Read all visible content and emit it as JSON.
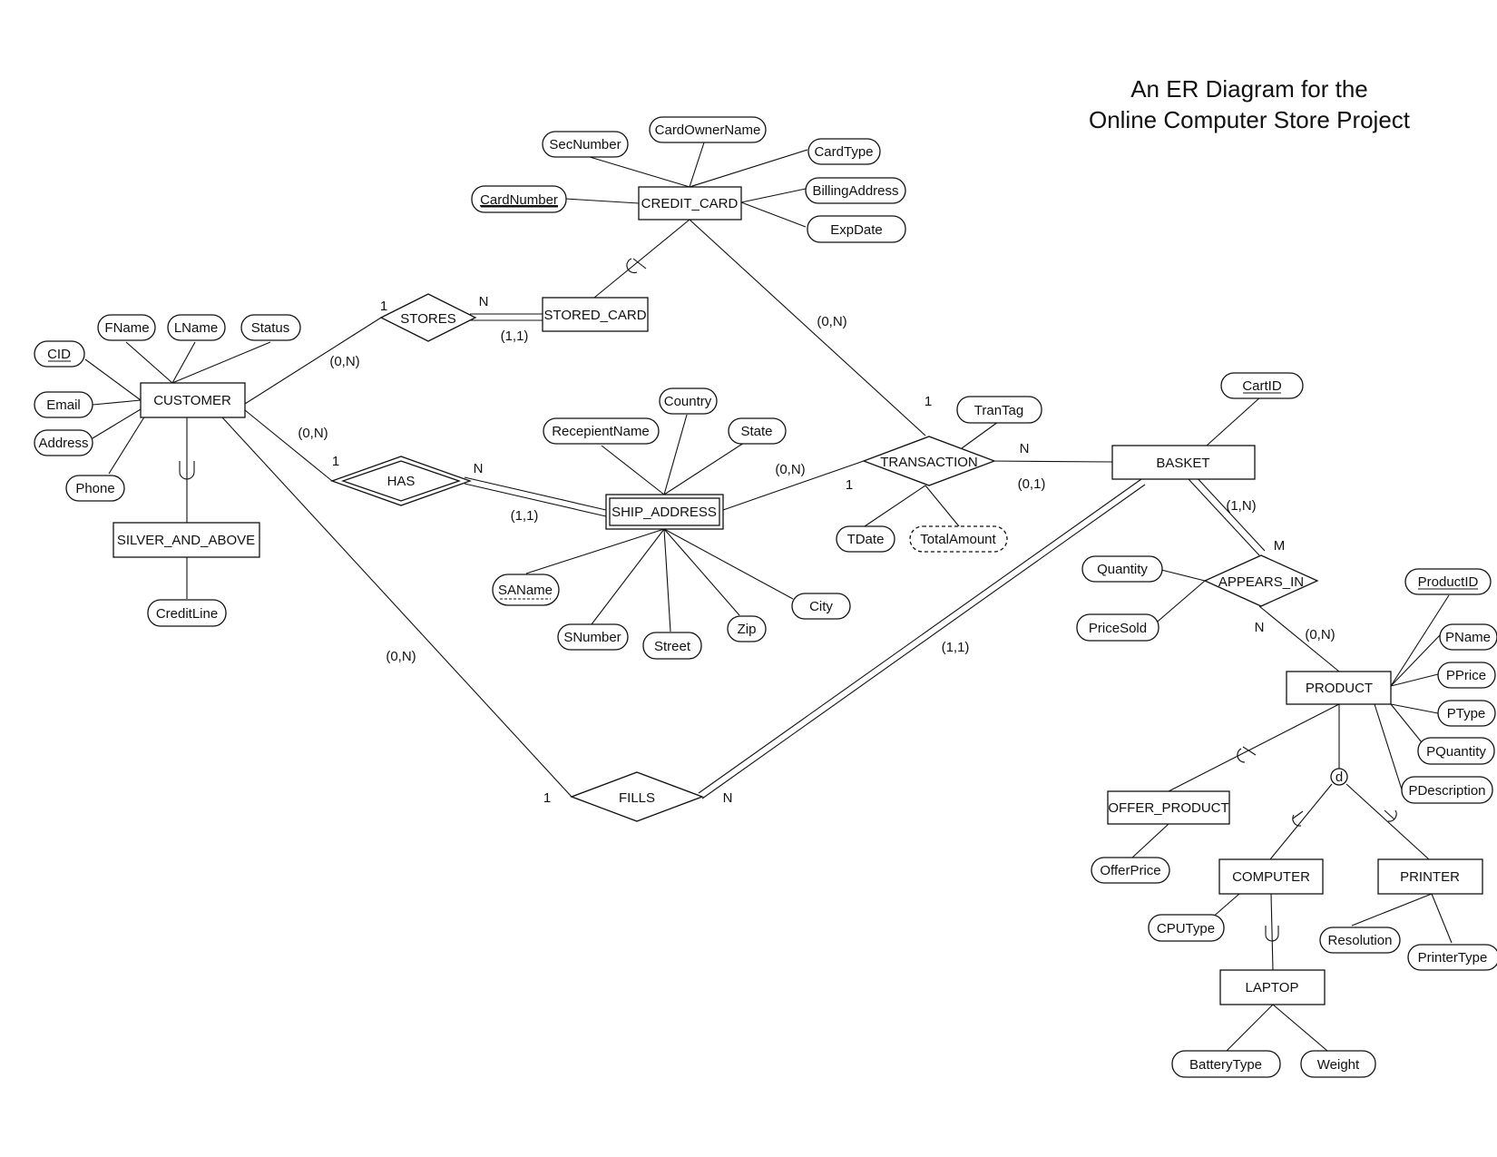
{
  "title": {
    "line1": "An ER Diagram for the",
    "line2": "Online Computer Store Project"
  },
  "entities": [
    {
      "id": "customer",
      "label": "CUSTOMER"
    },
    {
      "id": "credit_card",
      "label": "CREDIT_CARD"
    },
    {
      "id": "stored_card",
      "label": "STORED_CARD"
    },
    {
      "id": "silver",
      "label": "SILVER_AND_ABOVE"
    },
    {
      "id": "ship_address",
      "label": "SHIP_ADDRESS",
      "weak": true
    },
    {
      "id": "basket",
      "label": "BASKET"
    },
    {
      "id": "product",
      "label": "PRODUCT"
    },
    {
      "id": "offer_product",
      "label": "OFFER_PRODUCT"
    },
    {
      "id": "computer",
      "label": "COMPUTER"
    },
    {
      "id": "printer",
      "label": "PRINTER"
    },
    {
      "id": "laptop",
      "label": "LAPTOP"
    }
  ],
  "relationships": [
    {
      "id": "stores",
      "label": "STORES"
    },
    {
      "id": "has",
      "label": "HAS",
      "identifying": true
    },
    {
      "id": "transaction",
      "label": "TRANSACTION"
    },
    {
      "id": "appears_in",
      "label": "APPEARS_IN"
    },
    {
      "id": "fills",
      "label": "FILLS"
    }
  ],
  "attributes": [
    {
      "id": "secnumber",
      "label": "SecNumber"
    },
    {
      "id": "cardownername",
      "label": "CardOwnerName"
    },
    {
      "id": "cardtype",
      "label": "CardType"
    },
    {
      "id": "billingaddress",
      "label": "BillingAddress"
    },
    {
      "id": "expdate",
      "label": "ExpDate"
    },
    {
      "id": "cardnumber",
      "label": "CardNumber",
      "key": true
    },
    {
      "id": "fname",
      "label": "FName"
    },
    {
      "id": "lname",
      "label": "LName"
    },
    {
      "id": "status",
      "label": "Status"
    },
    {
      "id": "cid",
      "label": "CID",
      "key": true
    },
    {
      "id": "email",
      "label": "Email"
    },
    {
      "id": "address",
      "label": "Address"
    },
    {
      "id": "phone",
      "label": "Phone"
    },
    {
      "id": "creditline",
      "label": "CreditLine"
    },
    {
      "id": "country",
      "label": "Country"
    },
    {
      "id": "recepientname",
      "label": "RecepientName"
    },
    {
      "id": "state",
      "label": "State"
    },
    {
      "id": "saname",
      "label": "SAName",
      "partial_key": true
    },
    {
      "id": "snumber",
      "label": "SNumber"
    },
    {
      "id": "street",
      "label": "Street"
    },
    {
      "id": "zip",
      "label": "Zip"
    },
    {
      "id": "city",
      "label": "City"
    },
    {
      "id": "trantag",
      "label": "TranTag"
    },
    {
      "id": "tdate",
      "label": "TDate"
    },
    {
      "id": "totalamount",
      "label": "TotalAmount",
      "derived": true
    },
    {
      "id": "cartid",
      "label": "CartID",
      "key": true
    },
    {
      "id": "quantity",
      "label": "Quantity"
    },
    {
      "id": "pricesold",
      "label": "PriceSold"
    },
    {
      "id": "productid",
      "label": "ProductID",
      "key": true
    },
    {
      "id": "pname",
      "label": "PName"
    },
    {
      "id": "pprice",
      "label": "PPrice"
    },
    {
      "id": "ptype",
      "label": "PType"
    },
    {
      "id": "pquantity",
      "label": "PQuantity"
    },
    {
      "id": "pdescription",
      "label": "PDescription"
    },
    {
      "id": "offerprice",
      "label": "OfferPrice"
    },
    {
      "id": "cputype",
      "label": "CPUType"
    },
    {
      "id": "resolution",
      "label": "Resolution"
    },
    {
      "id": "printertype",
      "label": "PrinterType"
    },
    {
      "id": "batterytype",
      "label": "BatteryType"
    },
    {
      "id": "weight",
      "label": "Weight"
    }
  ],
  "specialization_marker": "d",
  "cardinalities": [
    {
      "id": "stores-1",
      "text": "1"
    },
    {
      "id": "stores-n",
      "text": "N"
    },
    {
      "id": "stores-11",
      "text": "(1,1)"
    },
    {
      "id": "stores-0n",
      "text": "(0,N)"
    },
    {
      "id": "cc-trans-0n",
      "text": "(0,N)"
    },
    {
      "id": "cust-has-0n",
      "text": "(0,N)"
    },
    {
      "id": "has-1",
      "text": "1"
    },
    {
      "id": "has-n",
      "text": "N"
    },
    {
      "id": "has-11",
      "text": "(1,1)"
    },
    {
      "id": "trans-1-top",
      "text": "1"
    },
    {
      "id": "trans-0n",
      "text": "(0,N)"
    },
    {
      "id": "trans-1-left",
      "text": "1"
    },
    {
      "id": "trans-n",
      "text": "N"
    },
    {
      "id": "trans-01",
      "text": "(0,1)"
    },
    {
      "id": "appears-1n",
      "text": "(1,N)"
    },
    {
      "id": "appears-m",
      "text": "M"
    },
    {
      "id": "appears-n",
      "text": "N"
    },
    {
      "id": "appears-0n",
      "text": "(0,N)"
    },
    {
      "id": "fills-0n",
      "text": "(0,N)"
    },
    {
      "id": "fills-11",
      "text": "(1,1)"
    },
    {
      "id": "fills-1",
      "text": "1"
    },
    {
      "id": "fills-n",
      "text": "N"
    }
  ]
}
